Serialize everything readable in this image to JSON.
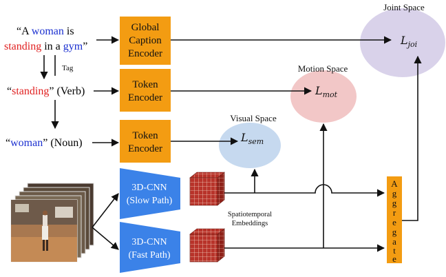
{
  "caption": {
    "quote_open": "“A ",
    "word1": "woman",
    "word2": " is",
    "word3": "standing",
    "word4": " in a ",
    "word5": "gym",
    "quote_close": "”"
  },
  "tag_label": "Tag",
  "verb_line": {
    "word": "standing",
    "open": "“",
    "close": "”",
    "suffix": " (Verb)"
  },
  "noun_line": {
    "word": "woman",
    "open": "“",
    "close": "”",
    "suffix": " (Noun)"
  },
  "encoders": {
    "global": [
      "Global",
      "Caption",
      "Encoder"
    ],
    "token1": [
      "Token",
      "Encoder"
    ],
    "token2": [
      "Token",
      "Encoder"
    ]
  },
  "spaces": {
    "joint": {
      "title": "Joint Space",
      "loss": "L",
      "sub": "joi"
    },
    "motion": {
      "title": "Motion Space",
      "loss": "L",
      "sub": "mot"
    },
    "visual": {
      "title": "Visual Space",
      "loss": "L",
      "sub": "sem"
    }
  },
  "cnn": {
    "slow": [
      "3D-CNN",
      "(Slow Path)"
    ],
    "fast": [
      "3D-CNN",
      "(Fast Path)"
    ]
  },
  "embeddings_label": [
    "Spatiotemporal",
    "Embeddings"
  ],
  "aggregate_letters": [
    "A",
    "g",
    "g",
    "r",
    "e",
    "g",
    "a",
    "t",
    "e"
  ],
  "colors": {
    "encoder": "#f39c12",
    "cnn": "#3b82e8",
    "joint": "#d9d2ea",
    "motion": "#f2c7c7",
    "visual": "#c6d9ef",
    "verb": "#e02020",
    "noun": "#1a2fd0"
  }
}
